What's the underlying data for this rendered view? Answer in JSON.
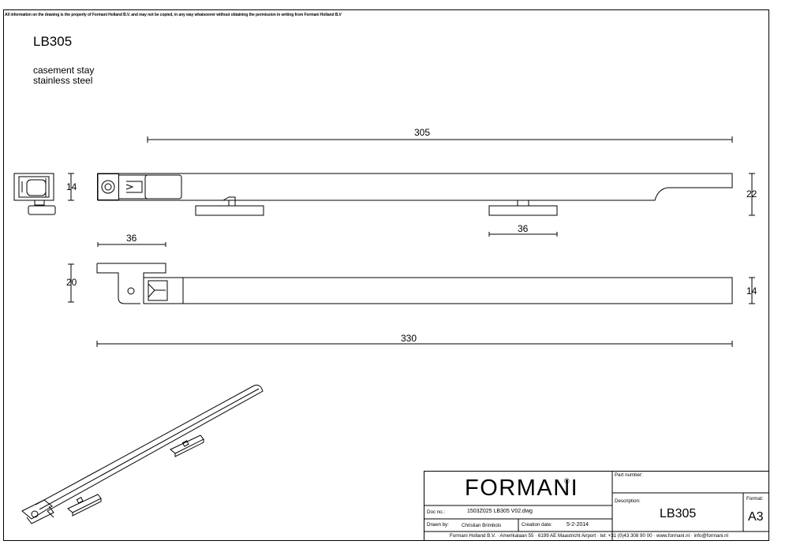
{
  "drawing": {
    "notice": "All information on the drawing is the property of Formani Holland B.V. and may not be copied, in any way whatsoever without obtaining the permission in writing from Formani Holland B.V",
    "title": "LB305",
    "description_line1": "casement stay",
    "description_line2": "stainless steel"
  },
  "dimensions": {
    "overall_top": "305",
    "side_height": "14",
    "right_height_top": "22",
    "pin_spacing": "36",
    "end_length": "36",
    "end_height": "20",
    "right_height_bottom": "14",
    "overall_bottom": "330"
  },
  "title_block": {
    "logo": "FORMANI",
    "logo_mark": "®",
    "part_number_label": "Part number:",
    "description_label": "Description:",
    "description_value": "LB305",
    "format_label": "Format:",
    "format_value": "A3",
    "doc_no_label": "Doc no.:",
    "doc_no_value": "1503Z025 LB305 V02.dwg",
    "drawn_by_label": "Drawn by:",
    "drawn_by_value": "Christian Brimbols",
    "creation_date_label": "Creation date:",
    "creation_date_value": "5-2-2014",
    "footer": "Formani Holland B.V. · Amerikalaan 55 · 6199 AE Maastricht Airport · tel: +31 (0)43 308 90 00 · www.formani.nl · info@formani.nl"
  }
}
